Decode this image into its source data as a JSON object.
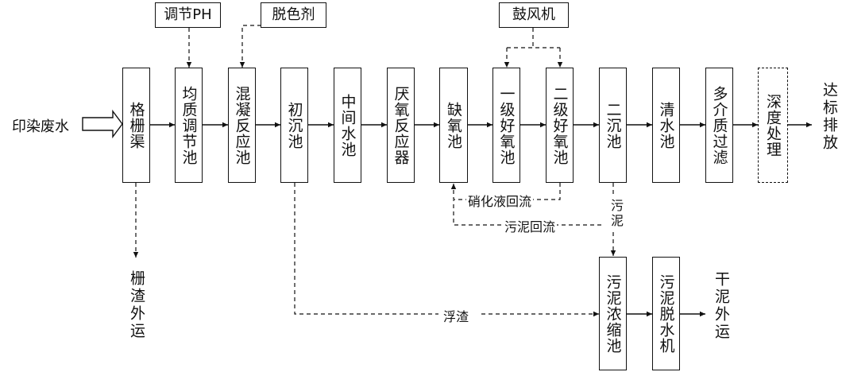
{
  "inputs": {
    "wastewater": "印染废水",
    "ph_adjust": "调节PH",
    "decolorizer": "脱色剂",
    "blower": "鼓风机"
  },
  "units": {
    "grille": "格栅渠",
    "equalization": "均质调节池",
    "coagulation": "混凝反应池",
    "primary_settling": "初沉池",
    "intermediate_tank": "中间水池",
    "anaerobic_reactor": "厌氧反应器",
    "anoxic_tank": "缺氧池",
    "aerobic_1": "一级好氧池",
    "aerobic_2": "二级好氧池",
    "secondary_settling": "二沉池",
    "clear_water_tank": "清水池",
    "multimedia_filter": "多介质过滤",
    "advanced_treatment": "深度处理",
    "sludge_thickener": "污泥浓缩池",
    "sludge_dewatering": "污泥脱水机"
  },
  "outputs": {
    "discharge": "达标排放",
    "screenings": "栅渣外运",
    "dry_sludge": "干泥外运"
  },
  "flows": {
    "nitrification_return": "硝化液回流",
    "sludge_return": "污泥回流",
    "sludge": "污泥",
    "scum": "浮渣"
  }
}
